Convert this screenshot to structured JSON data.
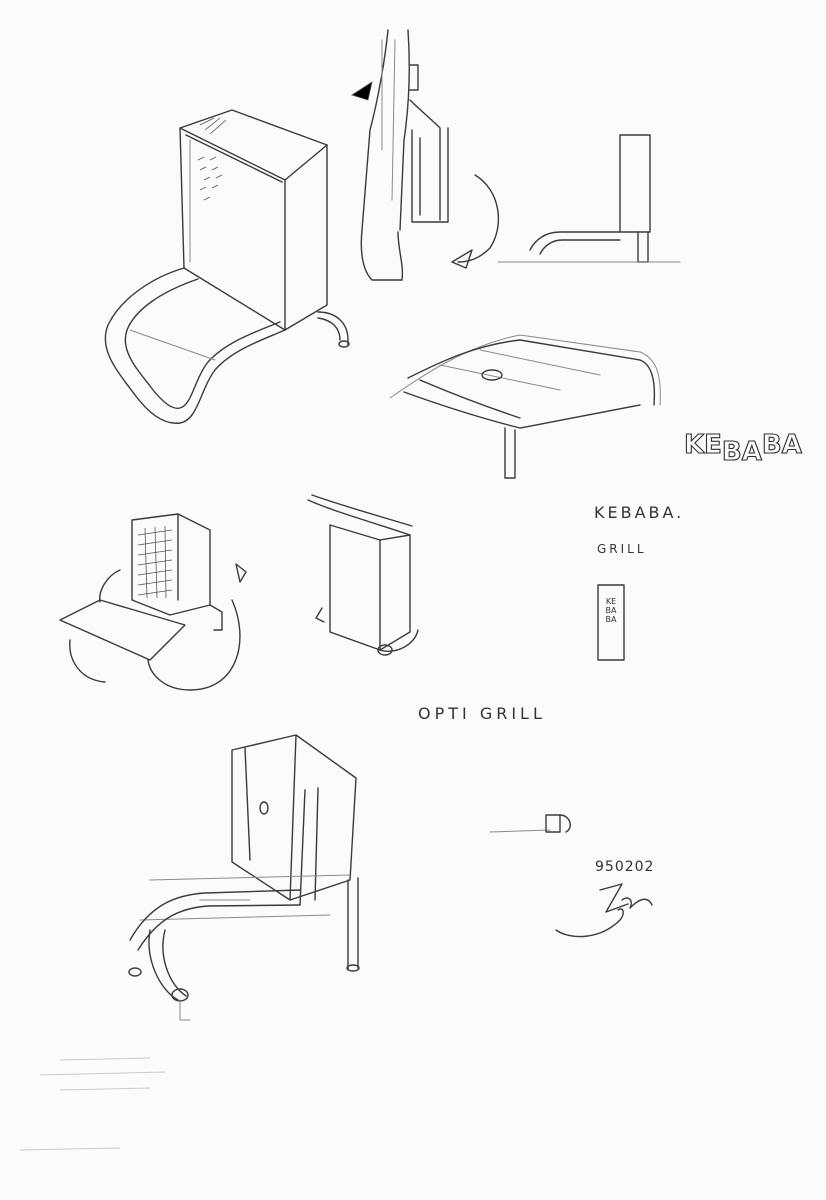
{
  "sheet": {
    "logo_text_a": "KE",
    "logo_text_b": "BA",
    "logo_text_c": "BA",
    "handwritten_name": "KEBABA.",
    "handwritten_product": "GRILL",
    "stick_label_1": "KE",
    "stick_label_2": "BA",
    "stick_label_3": "BA",
    "caption": "OPTI GRILL",
    "date_code": "950202"
  },
  "colors": {
    "paper": "#fbfbf9",
    "pencil": "#3a3a3a"
  },
  "icons": {
    "signature": "signature-scribble"
  }
}
